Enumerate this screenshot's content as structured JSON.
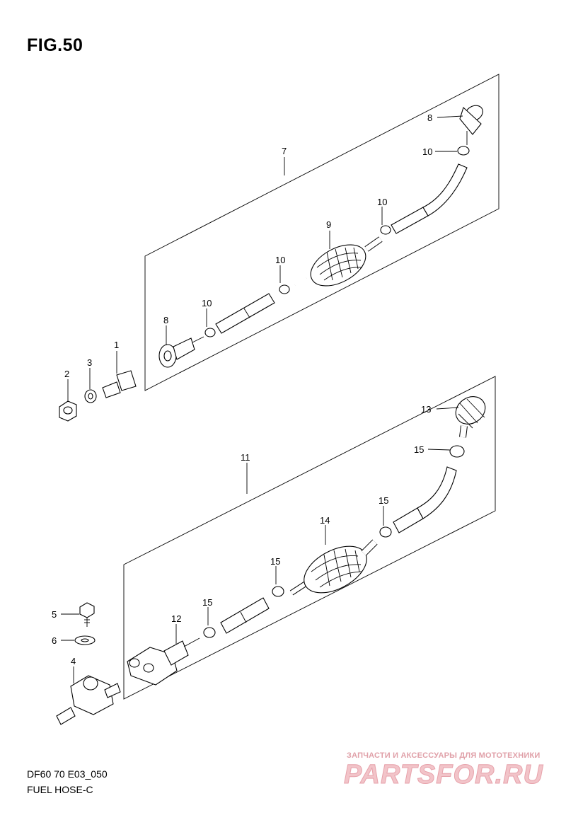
{
  "figure": {
    "title": "FIG.50"
  },
  "footer": {
    "model_code": "DF60 70 E03_050",
    "section_name": "FUEL HOSE-C"
  },
  "watermark": {
    "tagline": "ЗАПЧАСТИ И АКСЕССУАРЫ ДЛЯ МОТОТЕХНИКИ",
    "logo": "PARTSFOR.RU"
  },
  "callouts": {
    "c1": "1",
    "c2": "2",
    "c3": "3",
    "c4": "4",
    "c5": "5",
    "c6": "6",
    "c7": "7",
    "c8a": "8",
    "c8b": "8",
    "c9": "9",
    "c10a": "10",
    "c10b": "10",
    "c10c": "10",
    "c10d": "10",
    "c11": "11",
    "c12": "12",
    "c13": "13",
    "c14": "14",
    "c15a": "15",
    "c15b": "15",
    "c15c": "15",
    "c15d": "15"
  }
}
